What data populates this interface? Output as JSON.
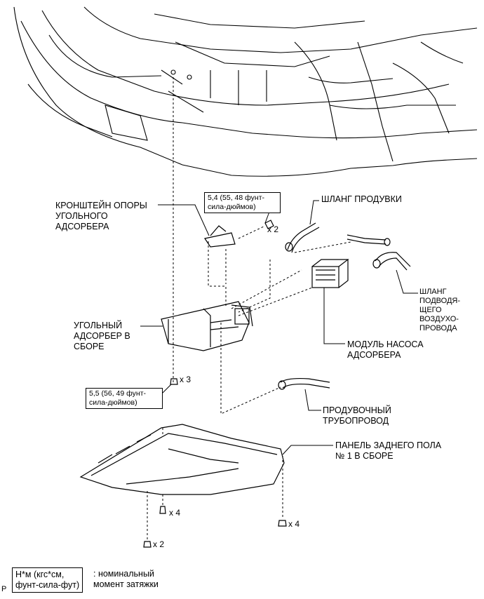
{
  "labels": {
    "bracket": "КРОНШТЕЙН ОПОРЫ\nУГОЛЬНОГО\nАДСОРБЕРА",
    "purge_hose": "ШЛАНГ ПРОДУВКИ",
    "air_inlet_hose": "ШЛАНГ\nПОДВОДЯ-\nЩЕГО\nВОЗДУХО-\nПРОВОДА",
    "canister": "УГОЛЬНЫЙ\nАДСОРБЕР В\nСБОРЕ",
    "pump_module": "МОДУЛЬ НАСОСА\nАДСОРБЕРА",
    "purge_pipe": "ПРОДУВОЧНЫЙ\nТРУБОПРОВОД",
    "floor_panel": "ПАНЕЛЬ ЗАДНЕГО ПОЛА\n№ 1 В СБОРЕ"
  },
  "torque": {
    "bracket_bolt": "5,4 (55, 48 фунт-\nсила-дюймов)",
    "canister_bolt": "5,5 (56, 49 фунт-\nсила-дюймов)"
  },
  "quantities": {
    "bracket_bolts": "x 2",
    "canister_bolts": "x 3",
    "panel_clips": "x 4",
    "panel_nuts_right": "x 4",
    "panel_nuts_bottom": "x 2"
  },
  "legend": {
    "unit": "Н*м (кгс*см,\nфунт-сила-фут)",
    "description": ": номинальный\nмомент затяжки"
  },
  "corner_mark": "P"
}
